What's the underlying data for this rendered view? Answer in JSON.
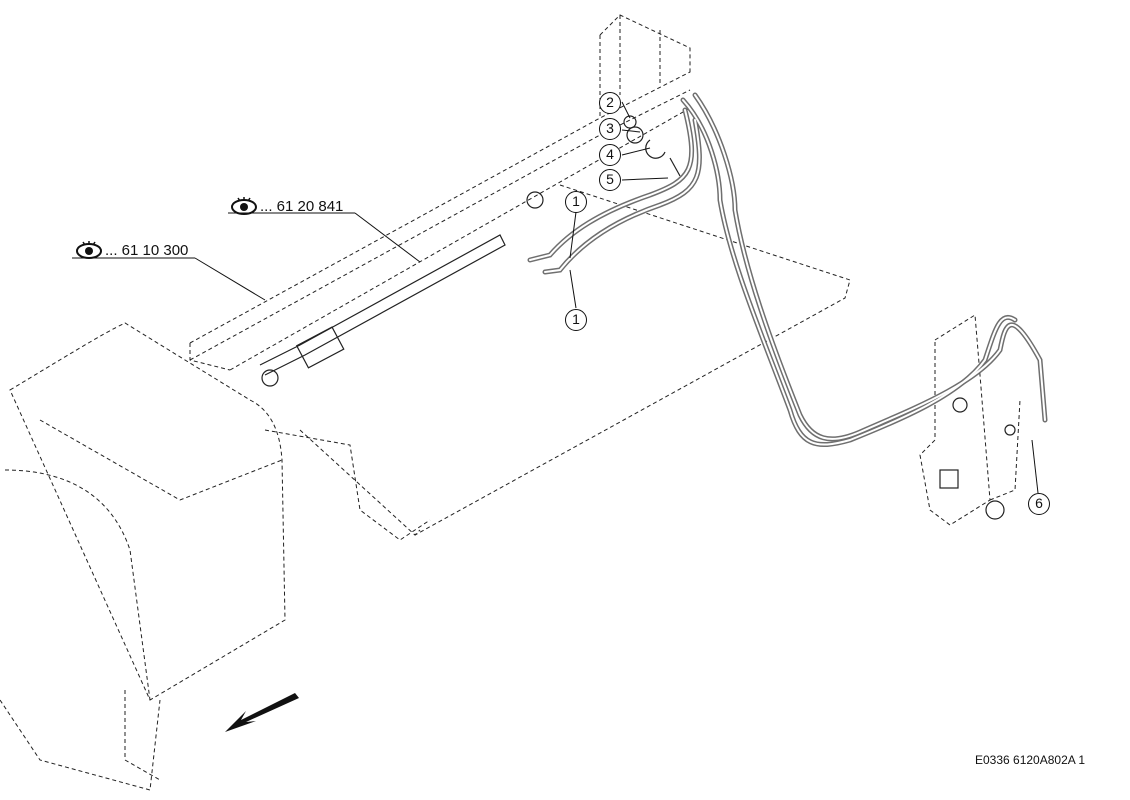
{
  "references": [
    {
      "id": "ref-61-20-841",
      "text": "... 61 20 841"
    },
    {
      "id": "ref-61-10-300",
      "text": "... 61 10 300"
    }
  ],
  "callouts": [
    "1",
    "1",
    "2",
    "3",
    "4",
    "5",
    "6"
  ],
  "drawing_code": "E0336 6120A802A 1",
  "icons": {
    "reference": "eye-icon",
    "direction": "arrow-icon"
  },
  "colors": {
    "line": "#111111",
    "hose": "#7a7a7a",
    "background": "#ffffff"
  }
}
